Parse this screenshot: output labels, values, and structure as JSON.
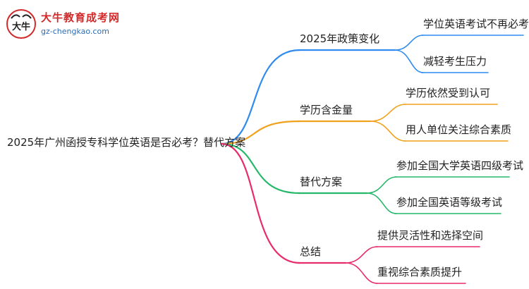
{
  "logo": {
    "site_name": "大牛教育成考网",
    "url": "gz-chengkao.com",
    "mark_text": "大牛"
  },
  "mindmap": {
    "root": "2025年广州函授专科学位英语是否必考？替代方案",
    "branches": [
      {
        "label": "2025年政策变化",
        "color": "#2f8bf0",
        "children": [
          "学位英语考试不再必考",
          "减轻考生压力"
        ]
      },
      {
        "label": "学历含金量",
        "color": "#f0a21e",
        "children": [
          "学历依然受到认可",
          "用人单位关注综合素质"
        ]
      },
      {
        "label": "替代方案",
        "color": "#25b86a",
        "children": [
          "参加全国大学英语四级考试",
          "参加全国英语等级考试"
        ]
      },
      {
        "label": "总结",
        "color": "#e82b6b",
        "children": [
          "提供灵活性和选择空间",
          "重视综合素质提升"
        ]
      }
    ]
  }
}
